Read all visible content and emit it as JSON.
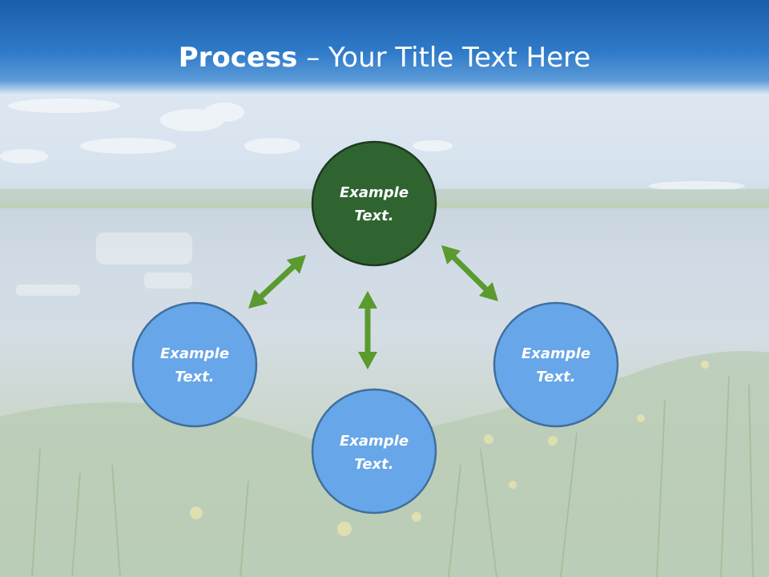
{
  "slide": {
    "title_bold": "Process",
    "title_rest": " – Your Title Text Here"
  },
  "nodes": [
    {
      "id": "top",
      "line1": "Example",
      "line2": "Text.",
      "fill": "#2f6430",
      "stroke": "#1e3a1e"
    },
    {
      "id": "left",
      "line1": "Example",
      "line2": "Text.",
      "fill": "#67a6e8",
      "stroke": "#3f6f9f"
    },
    {
      "id": "bottom",
      "line1": "Example",
      "line2": "Text.",
      "fill": "#67a6e8",
      "stroke": "#3f6f9f"
    },
    {
      "id": "right",
      "line1": "Example",
      "line2": "Text.",
      "fill": "#67a6e8",
      "stroke": "#3f6f9f"
    }
  ],
  "colors": {
    "arrow": "#5a9a2e"
  }
}
